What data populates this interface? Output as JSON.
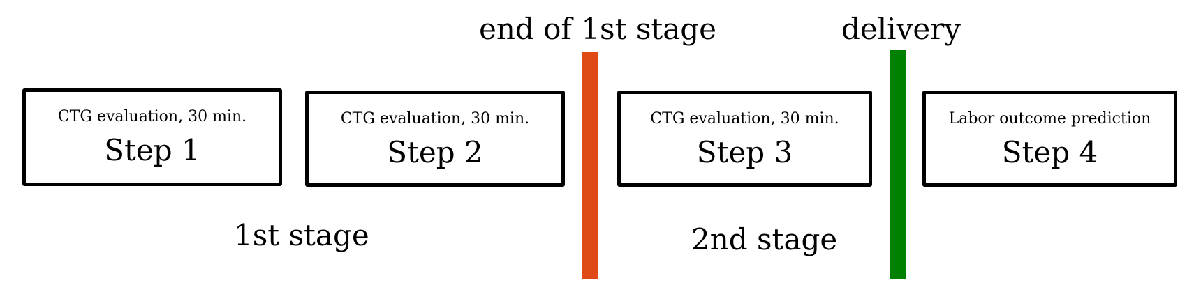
{
  "steps": [
    {
      "caption": "CTG evaluation, 30 min.",
      "title": "Step 1"
    },
    {
      "caption": "CTG evaluation, 30 min.",
      "title": "Step 2"
    },
    {
      "caption": "CTG evaluation, 30 min.",
      "title": "Step 3"
    },
    {
      "caption": "Labor outcome prediction",
      "title": "Step 4"
    }
  ],
  "markers": {
    "end_of_first_stage": {
      "label": "end of 1st stage",
      "color": "#E04A17"
    },
    "delivery": {
      "label": "delivery",
      "color": "#008000"
    }
  },
  "stages": {
    "first": "1st stage",
    "second": "2nd stage"
  }
}
